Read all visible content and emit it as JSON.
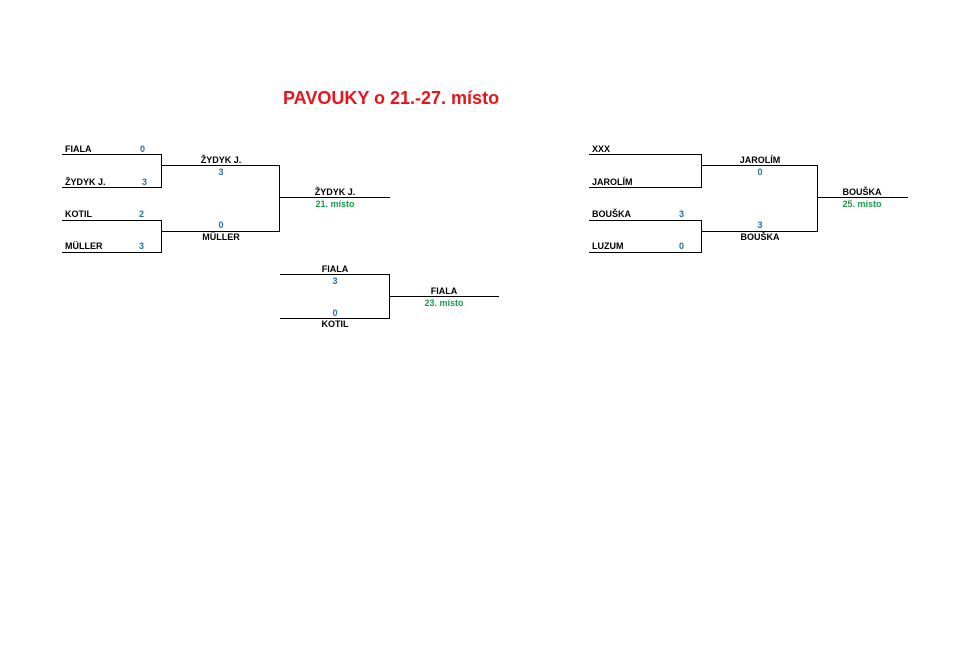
{
  "title": "PAVOUKY o 21.-27. místo",
  "colors": {
    "title": "#e8141b",
    "score": "#1f6fb2",
    "place": "#1a9b4a",
    "line": "#000000"
  },
  "bracket_a": {
    "r1": [
      {
        "name": "FIALA",
        "score": "0"
      },
      {
        "name": "ŽYDYK J.",
        "score": "3"
      },
      {
        "name": "KOTIL",
        "score": "2"
      },
      {
        "name": "MÜLLER",
        "score": "3"
      }
    ],
    "r2": [
      {
        "name": "ŽYDYK J.",
        "score": "3"
      },
      {
        "name": "MÜLLER",
        "score": "0"
      }
    ],
    "final": {
      "name": "ŽYDYK J.",
      "place": "21. místo"
    }
  },
  "bracket_b": {
    "r1": [
      {
        "name": "FIALA",
        "score": "3"
      },
      {
        "name": "KOTIL",
        "score": "0"
      }
    ],
    "final": {
      "name": "FIALA",
      "place": "23. místo"
    }
  },
  "bracket_c": {
    "r1": [
      {
        "name": "XXX",
        "score": ""
      },
      {
        "name": "JAROLÍM",
        "score": ""
      },
      {
        "name": "BOUŠKA",
        "score": "3"
      },
      {
        "name": "LUZUM",
        "score": "0"
      }
    ],
    "r2": [
      {
        "name": "JAROLÍM",
        "score": "0"
      },
      {
        "name": "BOUŠKA",
        "score": "3"
      }
    ],
    "final": {
      "name": "BOUŠKA",
      "place": "25. místo"
    }
  }
}
